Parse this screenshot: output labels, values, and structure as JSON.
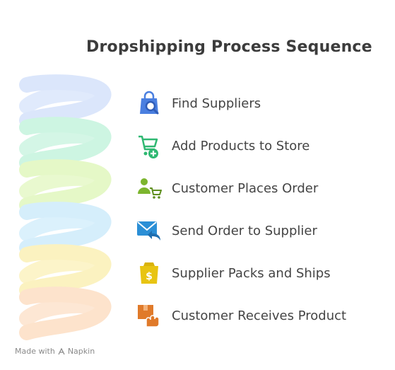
{
  "title": "Dropshipping Process Sequence",
  "steps": [
    {
      "label": "Find Suppliers",
      "icon": "shopping-bag-search-icon",
      "color": "#4a7fe0"
    },
    {
      "label": "Add Products to Store",
      "icon": "cart-add-icon",
      "color": "#2fb872"
    },
    {
      "label": "Customer Places Order",
      "icon": "customer-cart-icon",
      "color": "#7cb52e"
    },
    {
      "label": "Send Order to Supplier",
      "icon": "envelope-reply-icon",
      "color": "#2b8fd6"
    },
    {
      "label": "Supplier Packs and Ships",
      "icon": "dollar-package-icon",
      "color": "#e8c412"
    },
    {
      "label": "Customer Receives Product",
      "icon": "box-hand-icon",
      "color": "#e07a2a"
    }
  ],
  "spiral_colors": [
    "#dbe6fb",
    "#cdf5e2",
    "#e5f8c7",
    "#d5eefb",
    "#fbf2c0",
    "#fde3cc"
  ],
  "footer": {
    "made_with": "Made with",
    "brand": "Napkin"
  }
}
